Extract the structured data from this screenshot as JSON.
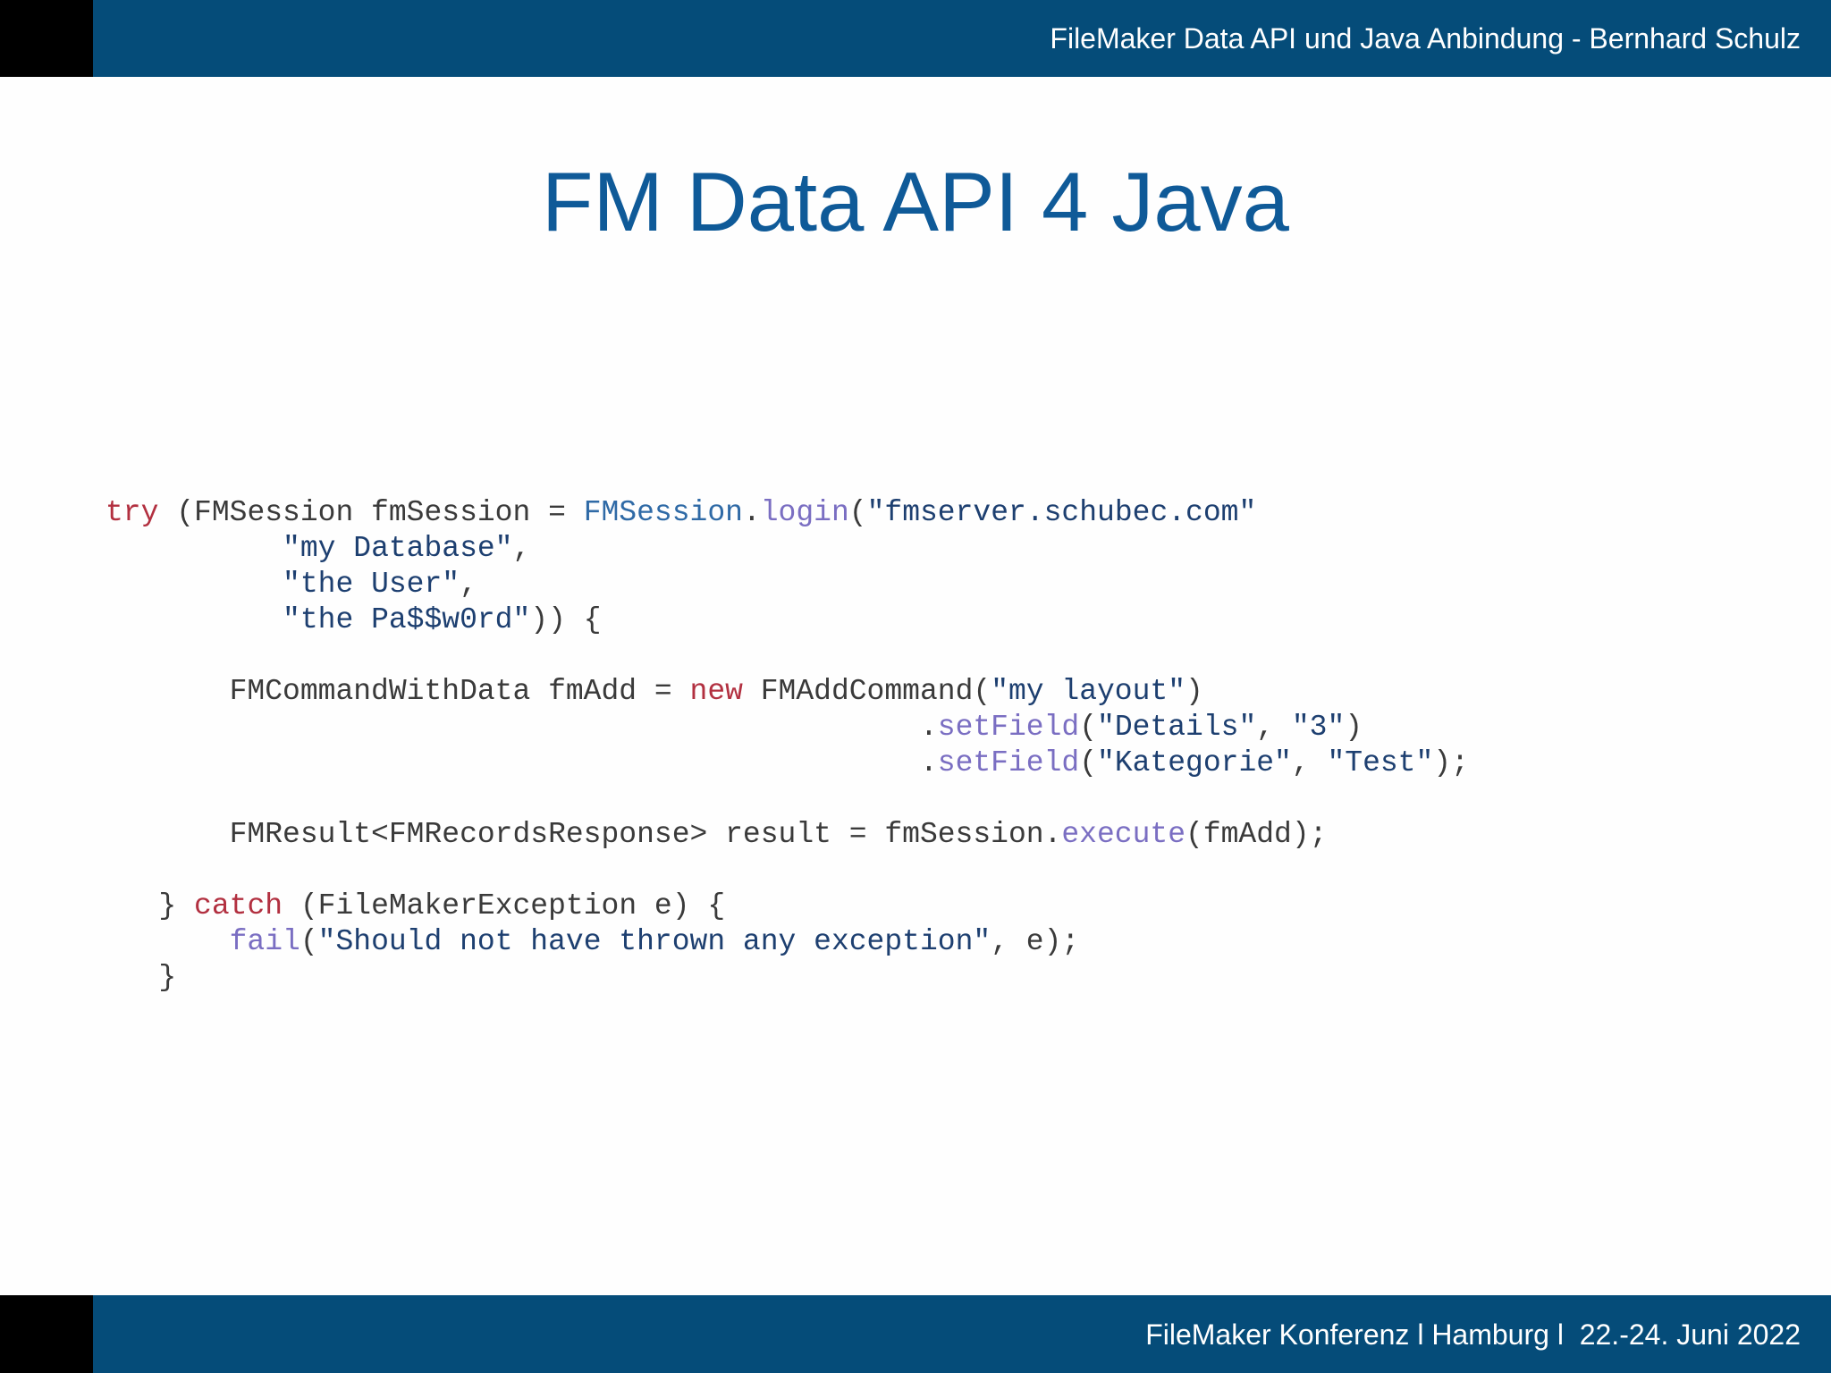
{
  "header": {
    "text": "FileMaker Data API und Java Anbindung - Bernhard Schulz"
  },
  "slide": {
    "title": "FM Data API 4 Java"
  },
  "footer": {
    "text": "FileMaker Konferenz l Hamburg l  22.-24. Juni 2022"
  },
  "colors": {
    "bar": "#054c79",
    "corner": "#000000",
    "title": "#0f5a98",
    "keyword": "#b23040",
    "type": "#2f6aa6",
    "method": "#7a6ec2",
    "string": "#1d3f70",
    "plain": "#3a3a3a"
  },
  "code": {
    "lines": [
      [
        [
          "kw",
          "try"
        ],
        [
          "plain",
          " (FMSession fmSession = "
        ],
        [
          "type",
          "FMSession"
        ],
        [
          "plain",
          "."
        ],
        [
          "method",
          "login"
        ],
        [
          "plain",
          "("
        ],
        [
          "str",
          "\"fmserver.schubec.com\""
        ]
      ],
      [
        [
          "plain",
          "          "
        ],
        [
          "str",
          "\"my Database\""
        ],
        [
          "plain",
          ","
        ]
      ],
      [
        [
          "plain",
          "          "
        ],
        [
          "str",
          "\"the User\""
        ],
        [
          "plain",
          ","
        ]
      ],
      [
        [
          "plain",
          "          "
        ],
        [
          "str",
          "\"the Pa$$w0rd\""
        ],
        [
          "plain",
          ")) {"
        ]
      ],
      [],
      [
        [
          "plain",
          "       FMCommandWithData fmAdd = "
        ],
        [
          "kw",
          "new"
        ],
        [
          "plain",
          " FMAddCommand("
        ],
        [
          "str",
          "\"my layout\""
        ],
        [
          "plain",
          ")"
        ]
      ],
      [
        [
          "plain",
          "                                              ."
        ],
        [
          "method",
          "setField"
        ],
        [
          "plain",
          "("
        ],
        [
          "str",
          "\"Details\""
        ],
        [
          "plain",
          ", "
        ],
        [
          "str",
          "\"3\""
        ],
        [
          "plain",
          ")"
        ]
      ],
      [
        [
          "plain",
          "                                              ."
        ],
        [
          "method",
          "setField"
        ],
        [
          "plain",
          "("
        ],
        [
          "str",
          "\"Kategorie\""
        ],
        [
          "plain",
          ", "
        ],
        [
          "str",
          "\"Test\""
        ],
        [
          "plain",
          ");"
        ]
      ],
      [],
      [
        [
          "plain",
          "       FMResult<FMRecordsResponse> result = fmSession."
        ],
        [
          "method",
          "execute"
        ],
        [
          "plain",
          "(fmAdd);"
        ]
      ],
      [],
      [
        [
          "plain",
          "   } "
        ],
        [
          "kw",
          "catch"
        ],
        [
          "plain",
          " (FileMakerException e) {"
        ]
      ],
      [
        [
          "plain",
          "       "
        ],
        [
          "method",
          "fail"
        ],
        [
          "plain",
          "("
        ],
        [
          "str",
          "\"Should not have thrown any exception\""
        ],
        [
          "plain",
          ", e);"
        ]
      ],
      [
        [
          "plain",
          "   }"
        ]
      ]
    ]
  }
}
